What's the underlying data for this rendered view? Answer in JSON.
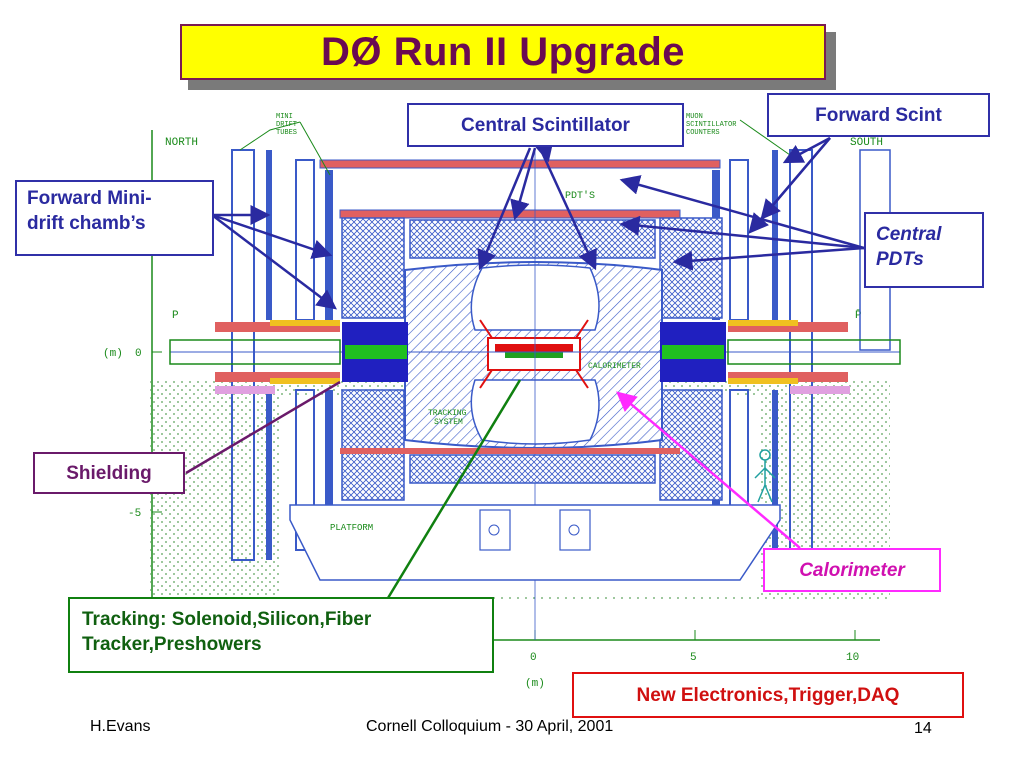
{
  "title": "DØ Run II Upgrade",
  "labels": {
    "central_scintillator": "Central Scintillator",
    "forward_scint": "Forward Scint",
    "forward_mini_line1": "Forward Mini-",
    "forward_mini_line2": "drift chamb’s",
    "central_pdts_line1": "Central",
    "central_pdts_line2": "PDTs",
    "shielding": "Shielding",
    "calorimeter": "Calorimeter",
    "tracking_line1": "Tracking: Solenoid,Silicon,Fiber",
    "tracking_line2": "Tracker,Preshowers",
    "electronics": "New Electronics,Trigger,DAQ"
  },
  "drawing_labels": {
    "north": "NORTH",
    "south": "SOUTH",
    "mini_drift_tubes": [
      "MINI",
      "DRIFT",
      "TUBES"
    ],
    "muon_scint_counters": [
      "MUON",
      "SCINTILLATOR",
      "COUNTERS"
    ],
    "pdts": "PDT'S",
    "calorimeter": "CALORIMETER",
    "tracking_system": [
      "TRACKING",
      "SYSTEM"
    ],
    "platform": "PLATFORM",
    "p_left": "P",
    "p_right": "P̄",
    "axis_m": "(m)",
    "axis_unit": "(m)",
    "y_ticks": [
      "0",
      "-5"
    ],
    "x_ticks": [
      "0",
      "5",
      "10"
    ]
  },
  "footer": {
    "left": "H.Evans",
    "center": "Cornell Colloquium - 30 April, 2001",
    "right": "14"
  },
  "colors": {
    "title_bg": "#ffff00",
    "title_text": "#6a0a52",
    "label_blue": "#2a2aa0",
    "shielding": "#6a1a6a",
    "calorimeter": "#ff2aff",
    "tracking": "#108010",
    "electronics": "#e01010"
  }
}
